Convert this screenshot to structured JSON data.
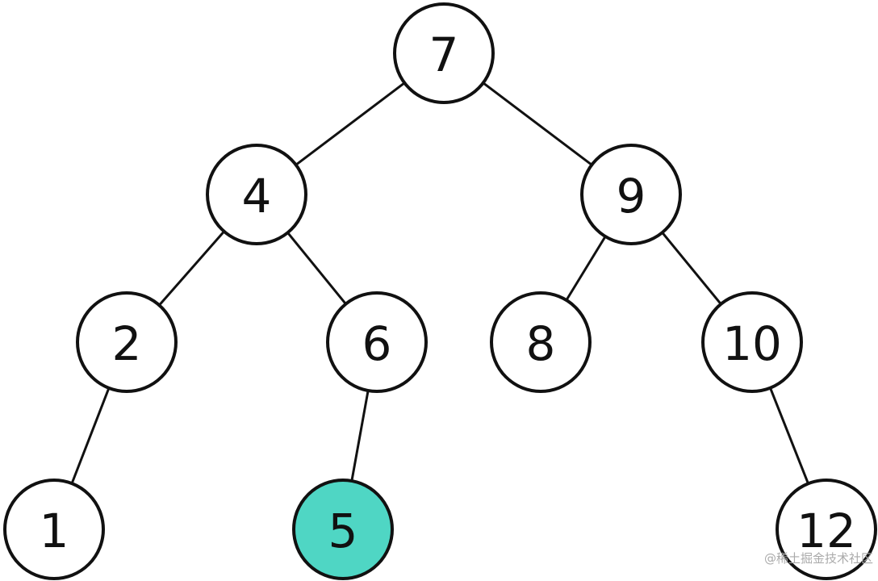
{
  "tree": {
    "nodes": [
      {
        "id": "n7",
        "label": "7",
        "parent": null,
        "highlighted": false
      },
      {
        "id": "n4",
        "label": "4",
        "parent": "n7",
        "highlighted": false
      },
      {
        "id": "n9",
        "label": "9",
        "parent": "n7",
        "highlighted": false
      },
      {
        "id": "n2",
        "label": "2",
        "parent": "n4",
        "highlighted": false
      },
      {
        "id": "n6",
        "label": "6",
        "parent": "n4",
        "highlighted": false
      },
      {
        "id": "n8",
        "label": "8",
        "parent": "n9",
        "highlighted": false
      },
      {
        "id": "n10",
        "label": "10",
        "parent": "n9",
        "highlighted": false
      },
      {
        "id": "n1",
        "label": "1",
        "parent": "n2",
        "highlighted": false
      },
      {
        "id": "n5",
        "label": "5",
        "parent": "n6",
        "highlighted": true
      },
      {
        "id": "n12",
        "label": "12",
        "parent": "n10",
        "highlighted": false
      }
    ],
    "colors": {
      "node_fill": "#ffffff",
      "highlight_fill": "#4fd6c4",
      "stroke": "#111111"
    }
  },
  "watermark": {
    "text": "@稀土掘金技术社区"
  }
}
